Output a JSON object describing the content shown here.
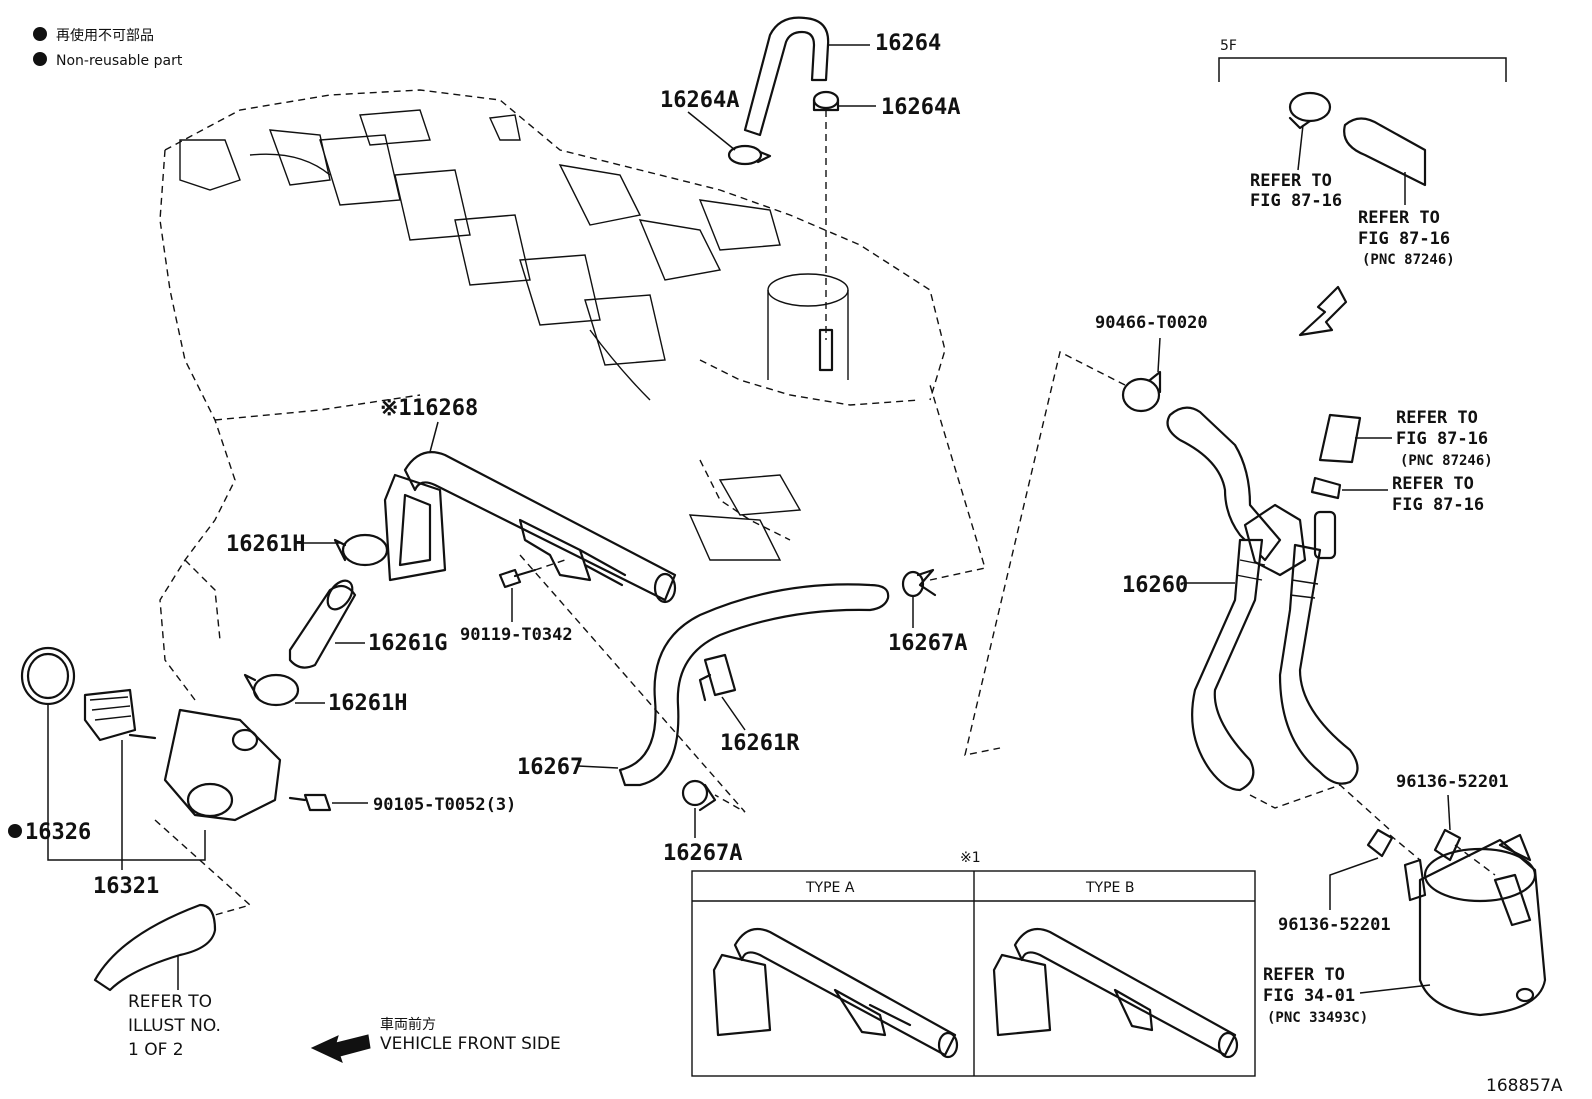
{
  "legend": {
    "jp": "再使用不可部品",
    "en": "Non-reusable part"
  },
  "callouts": {
    "p16264": "16264",
    "p16264A_left": "16264A",
    "p16264A_right": "16264A",
    "p16268": "16268",
    "p16268_prefix": "※1",
    "p16261H_top": "16261H",
    "p16261G": "16261G",
    "p16261H_bottom": "16261H",
    "p90119": "90119-T0342",
    "p16267A_right": "16267A",
    "p16261R": "16261R",
    "p16267": "16267",
    "p16267A_bottom": "16267A",
    "p90105": "90105-T0052(3)",
    "p16326": "16326",
    "p16321": "16321",
    "p90466": "90466-T0020",
    "p16260": "16260",
    "p96136_top": "96136-52201",
    "p96136_bottom": "96136-52201",
    "ref_5f": "5F"
  },
  "references": {
    "ref_a": [
      "REFER TO",
      "FIG 87-16"
    ],
    "ref_b": [
      "REFER TO",
      "FIG 87-16",
      "(PNC 87246)"
    ],
    "ref_c": [
      "REFER TO",
      "FIG 87-16",
      "(PNC 87246)"
    ],
    "ref_d": [
      "REFER TO",
      "FIG 87-16"
    ],
    "ref_e": [
      "REFER TO",
      "FIG 34-01",
      "(PNC 33493C)"
    ],
    "ref_illust": [
      "REFER TO",
      "ILLUST NO.",
      "1 OF 2"
    ]
  },
  "inset": {
    "marker": "※1",
    "type_a": "TYPE A",
    "type_b": "TYPE B"
  },
  "direction": {
    "jp": "車両前方",
    "en": "VEHICLE FRONT SIDE"
  },
  "figure_id": "168857A"
}
